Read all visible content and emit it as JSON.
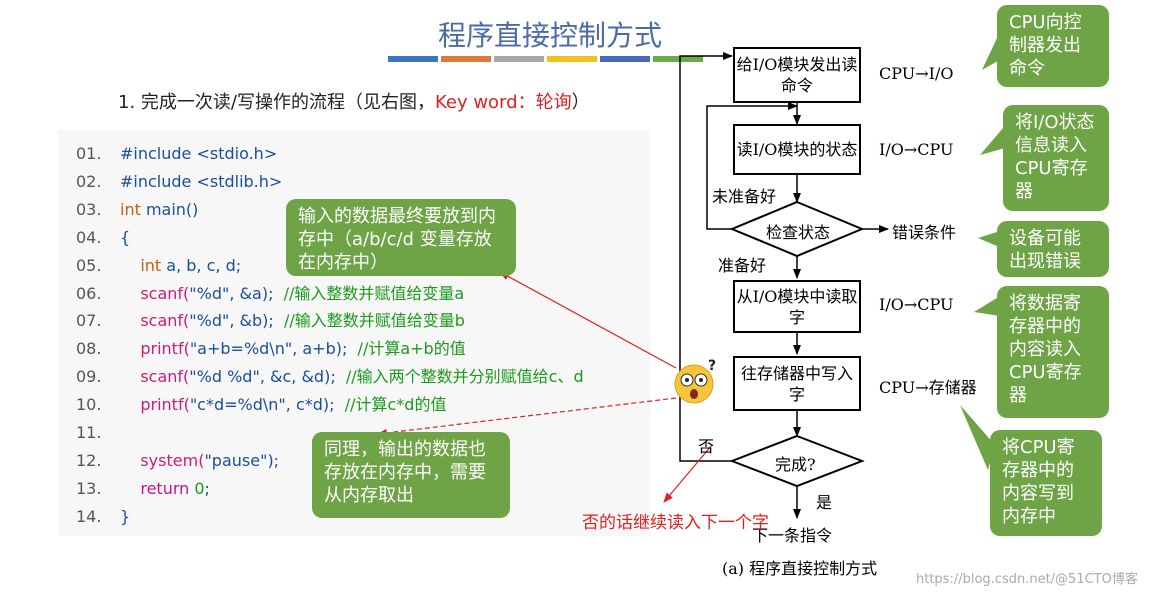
{
  "title": "程序直接控制方式",
  "stripe_colors": [
    "#3a76c4",
    "#e0783a",
    "#a8a8a8",
    "#f2c21a",
    "#4a6ab8",
    "#6aaa48"
  ],
  "intro": {
    "text": "1. 完成一次读/写操作的流程（见右图，",
    "keyword": "Key word：轮询",
    "close": "）"
  },
  "code": {
    "line_numbers": [
      "01.",
      "02.",
      "03.",
      "04.",
      "05.",
      "06.",
      "07.",
      "08.",
      "09.",
      "10.",
      "11.",
      "12.",
      "13.",
      "14."
    ],
    "lines": [
      [
        {
          "t": "#include <stdio.h>",
          "c": "bl"
        }
      ],
      [
        {
          "t": "#include <stdlib.h>",
          "c": "bl"
        }
      ],
      [
        {
          "t": "int ",
          "c": "ty"
        },
        {
          "t": "main()",
          "c": "bl"
        }
      ],
      [
        {
          "t": "{",
          "c": "bl"
        }
      ],
      [
        {
          "t": "    int ",
          "c": "ty"
        },
        {
          "t": "a, b, c, d;",
          "c": "bl"
        }
      ],
      [
        {
          "t": "    scanf(",
          "c": "fn"
        },
        {
          "t": "\"%d\", &a);",
          "c": "bl"
        },
        {
          "t": "  //输入整数并赋值给变量a",
          "c": "cm"
        }
      ],
      [
        {
          "t": "    scanf(",
          "c": "fn"
        },
        {
          "t": "\"%d\", &b);",
          "c": "bl"
        },
        {
          "t": "  //输入整数并赋值给变量b",
          "c": "cm"
        }
      ],
      [
        {
          "t": "    printf(",
          "c": "fn"
        },
        {
          "t": "\"a+b=%d\\n\", a+b);",
          "c": "bl"
        },
        {
          "t": "  //计算a+b的值",
          "c": "cm"
        }
      ],
      [
        {
          "t": "    scanf(",
          "c": "fn"
        },
        {
          "t": "\"%d %d\", &c, &d);",
          "c": "bl"
        },
        {
          "t": "  //输入两个整数并分别赋值给c、d",
          "c": "cm"
        }
      ],
      [
        {
          "t": "    printf(",
          "c": "fn"
        },
        {
          "t": "\"c*d=%d\\n\", c*d);",
          "c": "bl"
        },
        {
          "t": "  //计算c*d的值",
          "c": "cm"
        }
      ],
      [],
      [
        {
          "t": "    system(",
          "c": "fn"
        },
        {
          "t": "\"pause\");",
          "c": "bl"
        }
      ],
      [
        {
          "t": "    return ",
          "c": "kw"
        },
        {
          "t": "0",
          "c": "num"
        },
        {
          "t": ";",
          "c": "bl"
        }
      ],
      [
        {
          "t": "}",
          "c": "bl"
        }
      ]
    ]
  },
  "callouts": {
    "memory_store": "输入的数据最终要放到内存中（a/b/c/d 变量存放在内存中）",
    "memory_fetch": "同理，输出的数据也存放在内存中，需要从内存取出",
    "cpu_command": "CPU向控制器发出命令",
    "status_read": "将I/O状态信息读入CPU寄存器",
    "device_error": "设备可能出现错误",
    "data_to_cpu": "将数据寄存器中的内容读入CPU寄存器",
    "cpu_to_memory": "将CPU寄存器中的内容写到内存中"
  },
  "flowchart": {
    "box_issue_read": "给I/O模块发出读命令",
    "box_read_status": "读I/O模块的状态",
    "diamond_check": "检查状态",
    "box_read_word": "从I/O模块中读取字",
    "box_write_memory": "往存储器中写入字",
    "diamond_done": "完成?",
    "label_not_ready": "未准备好",
    "label_ready": "准备好",
    "label_error": "错误条件",
    "label_no": "否",
    "label_yes": "是",
    "next_instruction": "下一条指令",
    "caption": "(a) 程序直接控制方式",
    "flow_cpu_io": "CPU→I/O",
    "flow_io_cpu_1": "I/O→CPU",
    "flow_io_cpu_2": "I/O→CPU",
    "flow_cpu_mem": "CPU→存储器"
  },
  "red_note": "否的话继续读入下一个字",
  "emoji_icon": "shocked-face-icon",
  "watermark": "https://blog.csdn.net/@51CTO博客"
}
